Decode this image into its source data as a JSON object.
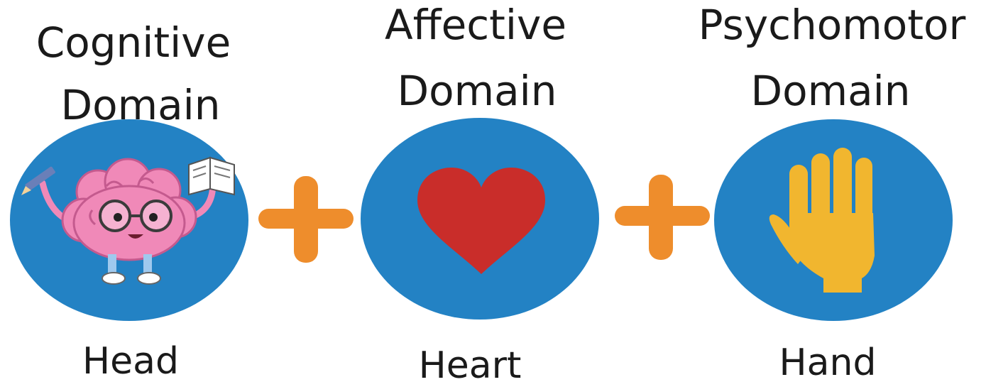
{
  "domains": [
    {
      "title_line1": "Cognitive",
      "title_line2": "Domain",
      "caption": "Head",
      "icon": "brain-icon"
    },
    {
      "title_line1": "Affective",
      "title_line2": "Domain",
      "caption": "Heart",
      "icon": "heart-icon"
    },
    {
      "title_line1": "Psychomotor",
      "title_line2": "Domain",
      "caption": "Hand",
      "icon": "hand-icon"
    }
  ],
  "connector_icon": "plus-icon",
  "colors": {
    "circle": "#2382C4",
    "plus": "#EE8D2C",
    "heart": "#C92D2A",
    "hand": "#F1B62F",
    "brain": "#F089B8",
    "text": "#1a1a1a"
  }
}
